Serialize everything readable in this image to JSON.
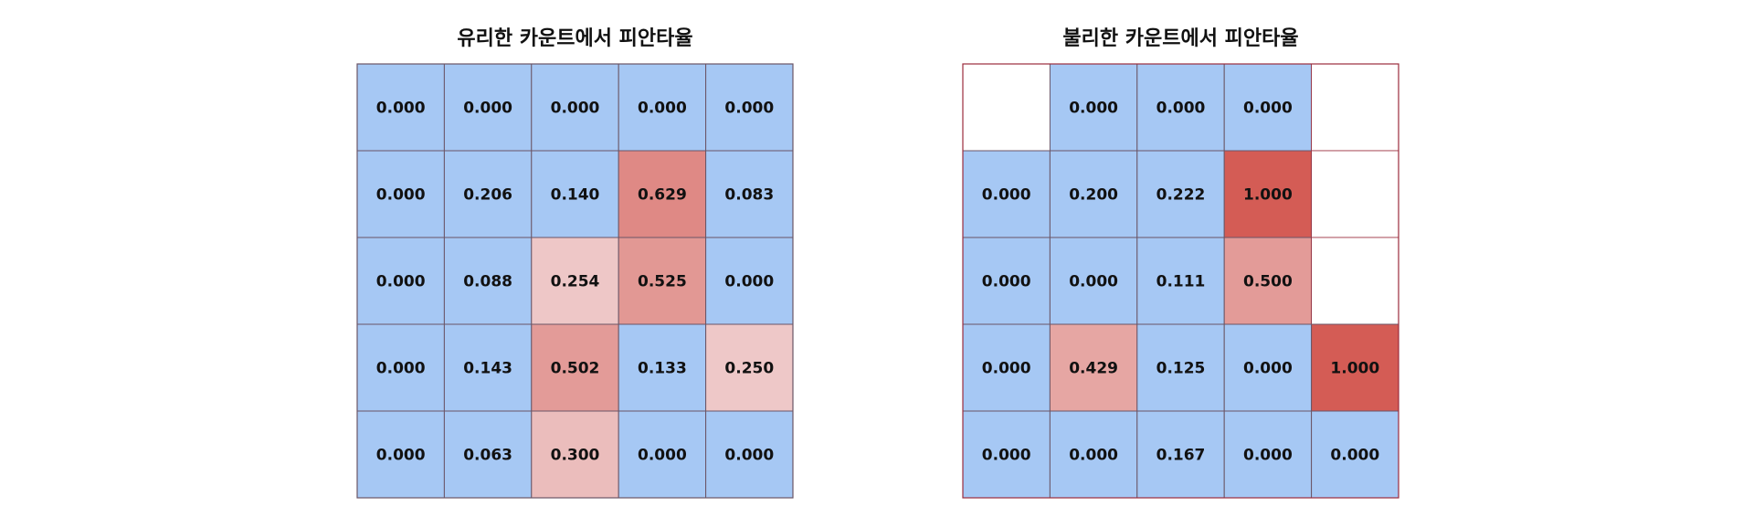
{
  "chart_data": [
    {
      "type": "heatmap",
      "title": "유리한 카운트에서 피안타율",
      "rows": 5,
      "cols": 5,
      "values": [
        [
          0.0,
          0.0,
          0.0,
          0.0,
          0.0
        ],
        [
          0.0,
          0.206,
          0.14,
          0.629,
          0.083
        ],
        [
          0.0,
          0.088,
          0.254,
          0.525,
          0.0
        ],
        [
          0.0,
          0.143,
          0.502,
          0.133,
          0.25
        ],
        [
          0.0,
          0.063,
          0.3,
          0.0,
          0.0
        ]
      ],
      "labels": [
        [
          "0.000",
          "0.000",
          "0.000",
          "0.000",
          "0.000"
        ],
        [
          "0.000",
          "0.206",
          "0.140",
          "0.629",
          "0.083"
        ],
        [
          "0.000",
          "0.088",
          "0.254",
          "0.525",
          "0.000"
        ],
        [
          "0.000",
          "0.143",
          "0.502",
          "0.133",
          "0.250"
        ],
        [
          "0.000",
          "0.063",
          "0.300",
          "0.000",
          "0.000"
        ]
      ],
      "cmap": "coolwarm",
      "vmin": 0,
      "vmax": 1,
      "frame_color": "#6b5566"
    },
    {
      "type": "heatmap",
      "title": "불리한 카운트에서 피안타율",
      "rows": 5,
      "cols": 5,
      "values": [
        [
          null,
          0.0,
          0.0,
          0.0,
          null
        ],
        [
          0.0,
          0.2,
          0.222,
          1.0,
          null
        ],
        [
          0.0,
          0.0,
          0.111,
          0.5,
          null
        ],
        [
          0.0,
          0.429,
          0.125,
          0.0,
          1.0
        ],
        [
          0.0,
          0.0,
          0.167,
          0.0,
          0.0
        ]
      ],
      "labels": [
        [
          null,
          "0.000",
          "0.000",
          "0.000",
          null
        ],
        [
          "0.000",
          "0.200",
          "0.222",
          "1.000",
          null
        ],
        [
          "0.000",
          "0.000",
          "0.111",
          "0.500",
          null
        ],
        [
          "0.000",
          "0.429",
          "0.125",
          "0.000",
          "1.000"
        ],
        [
          "0.000",
          "0.000",
          "0.167",
          "0.000",
          "0.000"
        ]
      ],
      "cmap": "coolwarm",
      "vmin": 0,
      "vmax": 1,
      "frame_color": "#9b2c3c"
    }
  ],
  "colors": {
    "low": "#a6c8f4",
    "mid": "#f0d0d0",
    "high": "#d45c55",
    "empty": "#ffffff"
  }
}
